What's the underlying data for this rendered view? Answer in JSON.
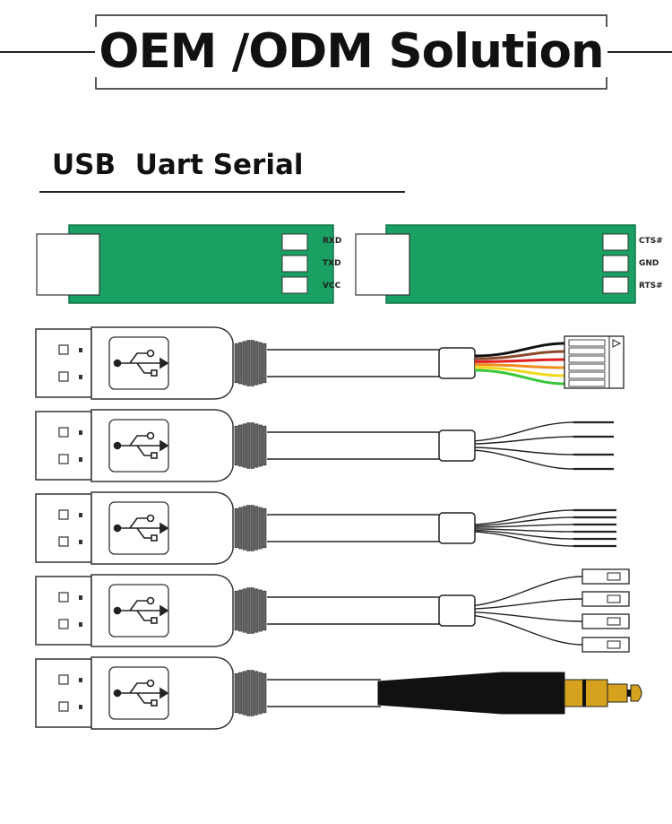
{
  "header": {
    "title": "OEM /ODM Solution"
  },
  "section": {
    "title": "USB  Uart Serial"
  },
  "boards": [
    {
      "pins": [
        "RXD",
        "TXD",
        "VCC"
      ]
    },
    {
      "pins": [
        "CTS#",
        "GND",
        "RTS#"
      ]
    }
  ],
  "colors": {
    "pcb": "#1aa062",
    "pcb_border": "#11764a",
    "wire_black": "#111111",
    "wire_brown": "#8b4a2b",
    "wire_red": "#e02020",
    "wire_orange": "#f08c1e",
    "wire_yellow": "#f0d81e",
    "wire_green": "#3cc83c",
    "audio_gold": "#d6a21e"
  },
  "cables": [
    {
      "variant": "6-pin-housing-connector",
      "icon": "usb-icon"
    },
    {
      "variant": "4-bare-wires",
      "icon": "usb-icon"
    },
    {
      "variant": "6-bare-wires",
      "icon": "usb-icon"
    },
    {
      "variant": "4-dupont-connectors",
      "icon": "usb-icon"
    },
    {
      "variant": "3.5mm-audio-jack",
      "icon": "usb-icon"
    }
  ]
}
